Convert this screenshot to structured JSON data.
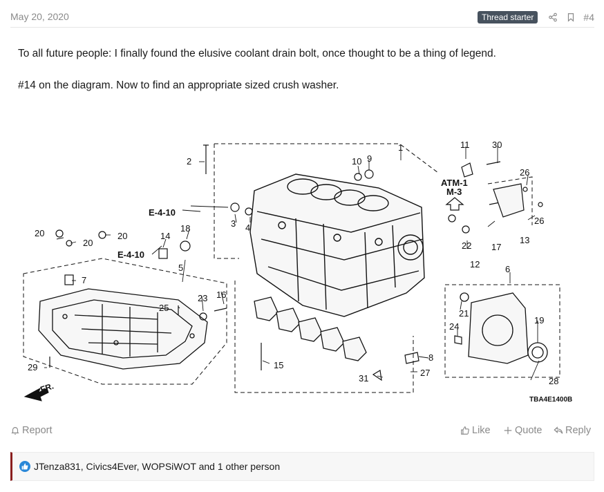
{
  "header": {
    "date": "May 20, 2020",
    "badge": "Thread starter",
    "post_number": "#4",
    "share_icon": "share-icon",
    "bookmark_icon": "bookmark-icon"
  },
  "body": {
    "line1": "To all future people: I finally found the elusive coolant drain bolt, once thought to be a thing of legend.",
    "line2": "#14 on the diagram. Now to find an appropriate sized crush washer."
  },
  "diagram": {
    "labels": {
      "n1": "1",
      "n2": "2",
      "n3": "3",
      "n4": "4",
      "n5": "5",
      "n6": "6",
      "n7": "7",
      "n8": "8",
      "n9": "9",
      "n10": "10",
      "n11": "11",
      "n12": "12",
      "n13": "13",
      "n14": "14",
      "n15": "15",
      "n16": "16",
      "n17": "17",
      "n18": "18",
      "n19": "19",
      "n20a": "20",
      "n20b": "20",
      "n20c": "20",
      "n21": "21",
      "n22": "22",
      "n23": "23",
      "n24": "24",
      "n25": "25",
      "n26a": "26",
      "n26b": "26",
      "n27": "27",
      "n28": "28",
      "n29": "29",
      "n30": "30",
      "n31": "31"
    },
    "ref_e410a": "E-4-10",
    "ref_e410b": "E-4-10",
    "ref_atm1": "ATM-1",
    "ref_m3": "M-3",
    "front": "FR.",
    "code": "TBA4E1400B"
  },
  "actions": {
    "report": "Report",
    "like": "Like",
    "quote": "Quote",
    "reply": "Reply"
  },
  "reactions": {
    "text": "JTenza831, Civics4Ever, WOPSiWOT and 1 other person"
  },
  "colors": {
    "badge_bg": "#47525e",
    "accent_border": "#8a1e1e",
    "like_blue": "#2b88d8",
    "muted": "#8a8a8a"
  }
}
